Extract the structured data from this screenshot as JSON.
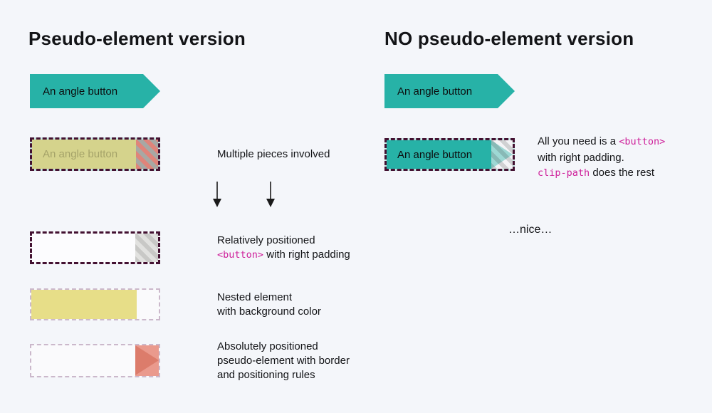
{
  "colors": {
    "background": "#f4f6fa",
    "teal": "#27b2a7",
    "magenta_code": "#ce1f9a",
    "yellow": "#e7de88",
    "olive_fill": "#d5d38c",
    "salmon": "#ea9a8d",
    "salmon_dark": "#dc7c6b",
    "dark_dash_border": "#431131",
    "light_dash_border": "#cbb8cb",
    "text": "#131417"
  },
  "left": {
    "heading": "Pseudo-element version",
    "angle_button": "An angle button",
    "step_multiple": {
      "box_label": "An angle button",
      "caption": "Multiple pieces involved"
    },
    "step_button": {
      "caption_line1": "Relatively positioned",
      "caption_code": "<button>",
      "caption_line2_rest": " with right padding"
    },
    "step_nested": {
      "caption_line1": "Nested element",
      "caption_line2": "with background color"
    },
    "step_pseudo": {
      "caption_line1": "Absolutely positioned",
      "caption_line2": "pseudo-element with border",
      "caption_line3": "and positioning rules"
    }
  },
  "right": {
    "heading": "NO pseudo-element version",
    "angle_button": "An angle button",
    "demo_box_label": "An angle button",
    "note": {
      "line1_text": "All you need is a ",
      "line1_code": "<button>",
      "line2_text": "with right padding.",
      "line3_code": "clip-path",
      "line3_text": " does the rest"
    },
    "nice": "…nice…"
  }
}
